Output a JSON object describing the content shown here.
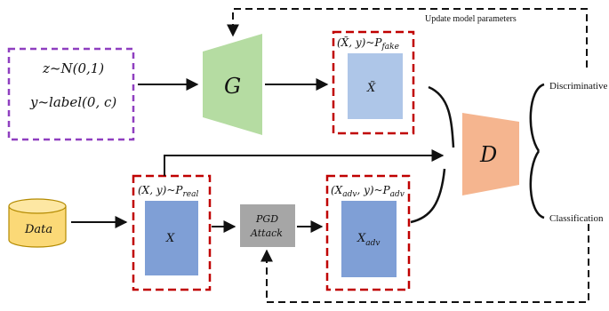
{
  "noise_input": {
    "line1": "z~N(0,1)",
    "line2": "y~label(0, c)"
  },
  "generator": {
    "label": "G"
  },
  "discriminator": {
    "label": "D"
  },
  "fake_branch": {
    "dist_label": "(X̃, y)~P",
    "dist_sub": "fake",
    "sample_label": "X̃"
  },
  "real_branch": {
    "dist_label": "(X, y)~P",
    "dist_sub": "real",
    "sample_label": "X"
  },
  "adv_branch": {
    "dist_label_a": "(X",
    "dist_label_a_sub": "adv",
    "dist_label_b": ", y)~P",
    "dist_label_b_sub": "adv",
    "sample_label": "X",
    "sample_sub": "adv"
  },
  "data_source": {
    "label": "Data"
  },
  "attack": {
    "line1": "PGD",
    "line2": "Attack"
  },
  "feedback": {
    "label": "Update model parameters"
  },
  "outputs": {
    "discriminative": "Discriminative",
    "classification": "Classification"
  },
  "colors": {
    "generator": "#b5dca2",
    "discriminator": "#f5b58f",
    "sample_box": "#aec6e8",
    "sample_box_dark": "#7f9fd6",
    "dashed_red": "#c00000",
    "dashed_purple": "#8f3fc0",
    "data_fill": "#fbd977",
    "attack_fill": "#a6a6a6"
  }
}
